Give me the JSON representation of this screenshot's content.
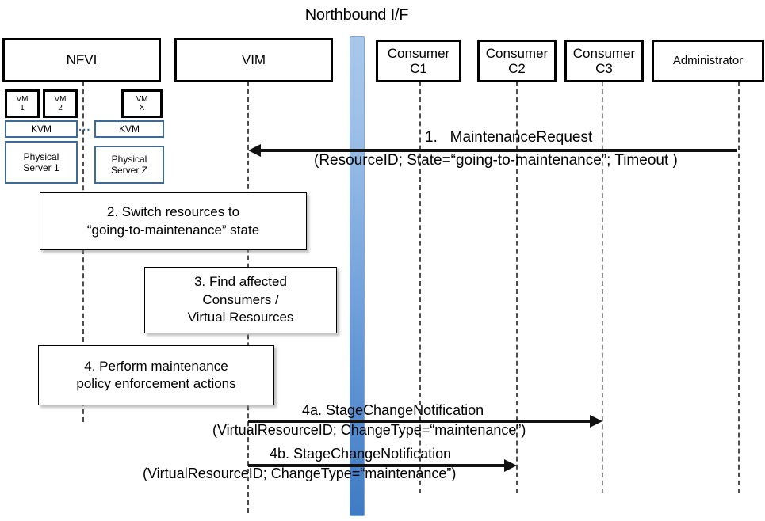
{
  "diagram": {
    "title": "Northbound I/F",
    "type": "uml-sequence-diagram"
  },
  "actors": [
    {
      "id": "nfvi",
      "label": "NFVI"
    },
    {
      "id": "vim",
      "label": "VIM"
    },
    {
      "id": "c1",
      "label": "Consumer\nC1",
      "line1": "Consumer",
      "line2": "C1"
    },
    {
      "id": "c2",
      "label": "Consumer\nC2",
      "line1": "Consumer",
      "line2": "C2"
    },
    {
      "id": "c3",
      "label": "Consumer\nC3",
      "line1": "Consumer",
      "line2": "C3"
    },
    {
      "id": "admin",
      "label": "Administrator"
    }
  ],
  "nfvi_internals": {
    "vms": [
      {
        "line1": "VM",
        "line2": "1"
      },
      {
        "line1": "VM",
        "line2": "2"
      },
      {
        "line1": "VM",
        "line2": "X"
      }
    ],
    "hypervisors": [
      {
        "label": "KVM"
      },
      {
        "label": "KVM"
      }
    ],
    "servers": [
      {
        "line1": "Physical",
        "line2": "Server 1"
      },
      {
        "line1": "Physical",
        "line2": "Server Z"
      }
    ],
    "ellipsis": "..."
  },
  "steps": [
    {
      "id": "step2",
      "line1": "2. Switch resources to",
      "line2": "“going-to-maintenance” state"
    },
    {
      "id": "step3",
      "line1": "3. Find affected",
      "line2": "Consumers /",
      "line3": "Virtual Resources"
    },
    {
      "id": "step4",
      "line1": "4. Perform maintenance",
      "line2": "policy enforcement actions"
    }
  ],
  "messages": [
    {
      "id": "msg1",
      "number": "1.",
      "name": "MaintenanceRequest",
      "title": "1.   MaintenanceRequest",
      "params": "(ResourceID; State=“going-to-maintenance”; Timeout )",
      "from": "admin",
      "to": "vim",
      "direction": "left"
    },
    {
      "id": "msg4a",
      "number": "4a.",
      "name": "StageChangeNotification",
      "title": "4a. StageChangeNotification",
      "params": "(VirtualResourceID; ChangeType=“maintenance”)",
      "from": "vim",
      "to": "c3",
      "direction": "right"
    },
    {
      "id": "msg4b",
      "number": "4b.",
      "name": "StageChangeNotification",
      "title": "4b. StageChangeNotification",
      "params": "(VirtualResourceID; ChangeType=“maintenance”)",
      "from": "vim",
      "to": "c2",
      "direction": "right"
    }
  ],
  "colors": {
    "northbound_bar_top": "#aac7ea",
    "northbound_bar_bottom": "#3f7bc4",
    "blue_box_border": "#3e6b96",
    "lifeline": "#4d4d4d",
    "arrow": "#111111"
  }
}
